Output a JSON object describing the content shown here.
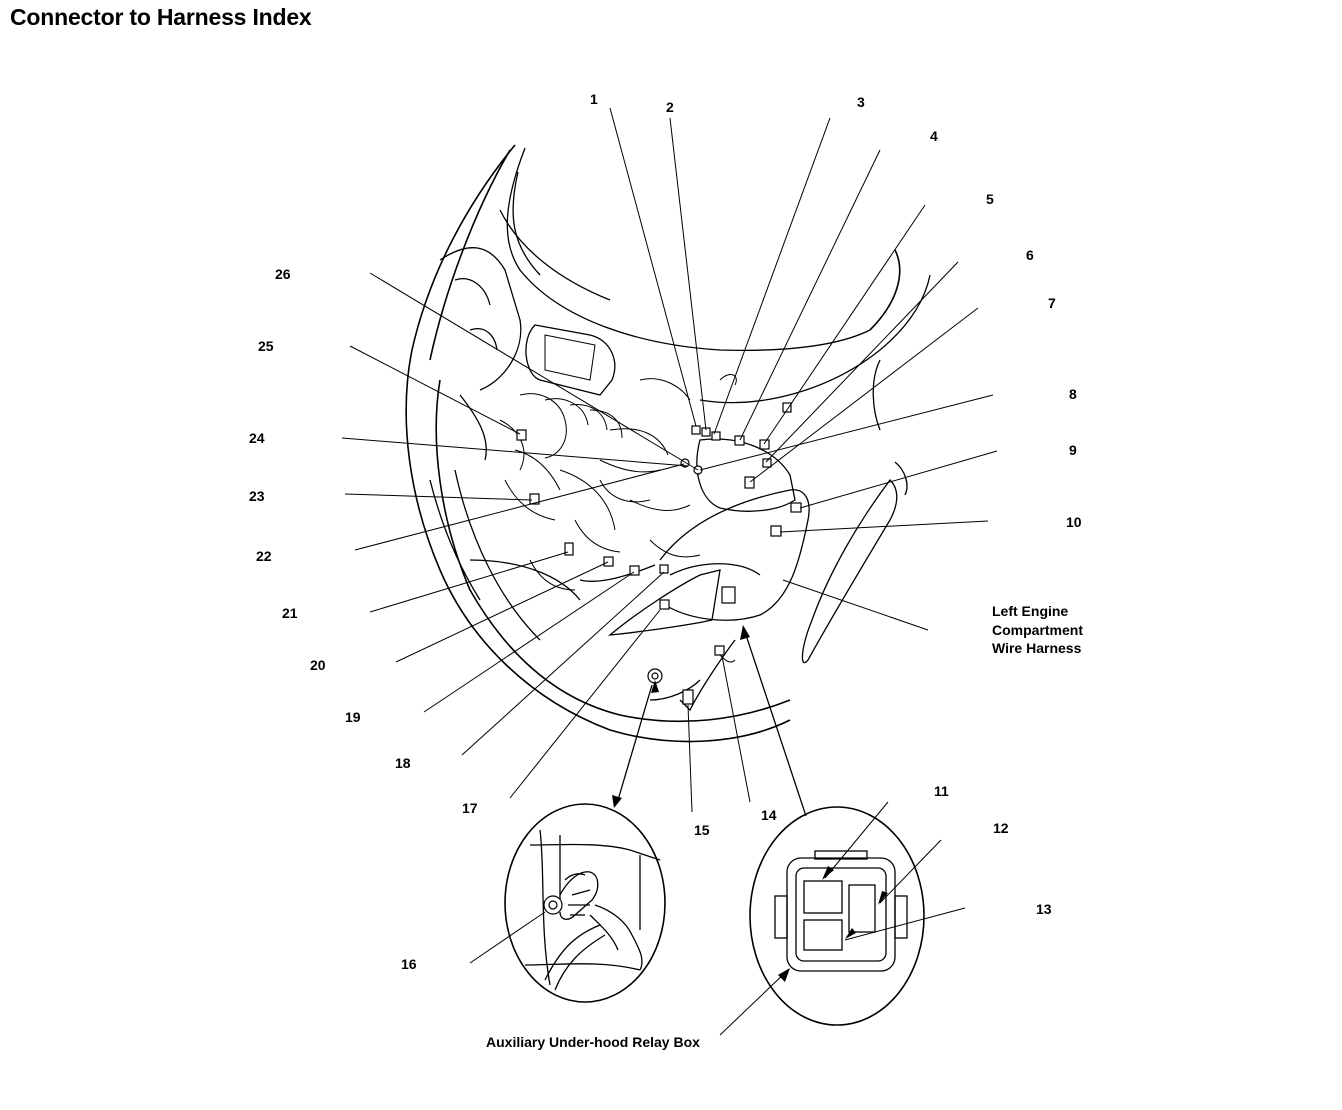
{
  "title": "Connector to Harness Index",
  "callouts": [
    {
      "label": "1"
    },
    {
      "label": "2"
    },
    {
      "label": "3"
    },
    {
      "label": "4"
    },
    {
      "label": "5"
    },
    {
      "label": "6"
    },
    {
      "label": "7"
    },
    {
      "label": "8"
    },
    {
      "label": "9"
    },
    {
      "label": "10"
    },
    {
      "label": "11"
    },
    {
      "label": "12"
    },
    {
      "label": "13"
    },
    {
      "label": "14"
    },
    {
      "label": "15"
    },
    {
      "label": "16"
    },
    {
      "label": "17"
    },
    {
      "label": "18"
    },
    {
      "label": "19"
    },
    {
      "label": "20"
    },
    {
      "label": "21"
    },
    {
      "label": "22"
    },
    {
      "label": "23"
    },
    {
      "label": "24"
    },
    {
      "label": "25"
    },
    {
      "label": "26"
    }
  ],
  "captions": {
    "harness_line1": "Left Engine",
    "harness_line2": "Compartment",
    "harness_line3": "Wire Harness",
    "relay_box": "Auxiliary Under-hood Relay Box"
  }
}
